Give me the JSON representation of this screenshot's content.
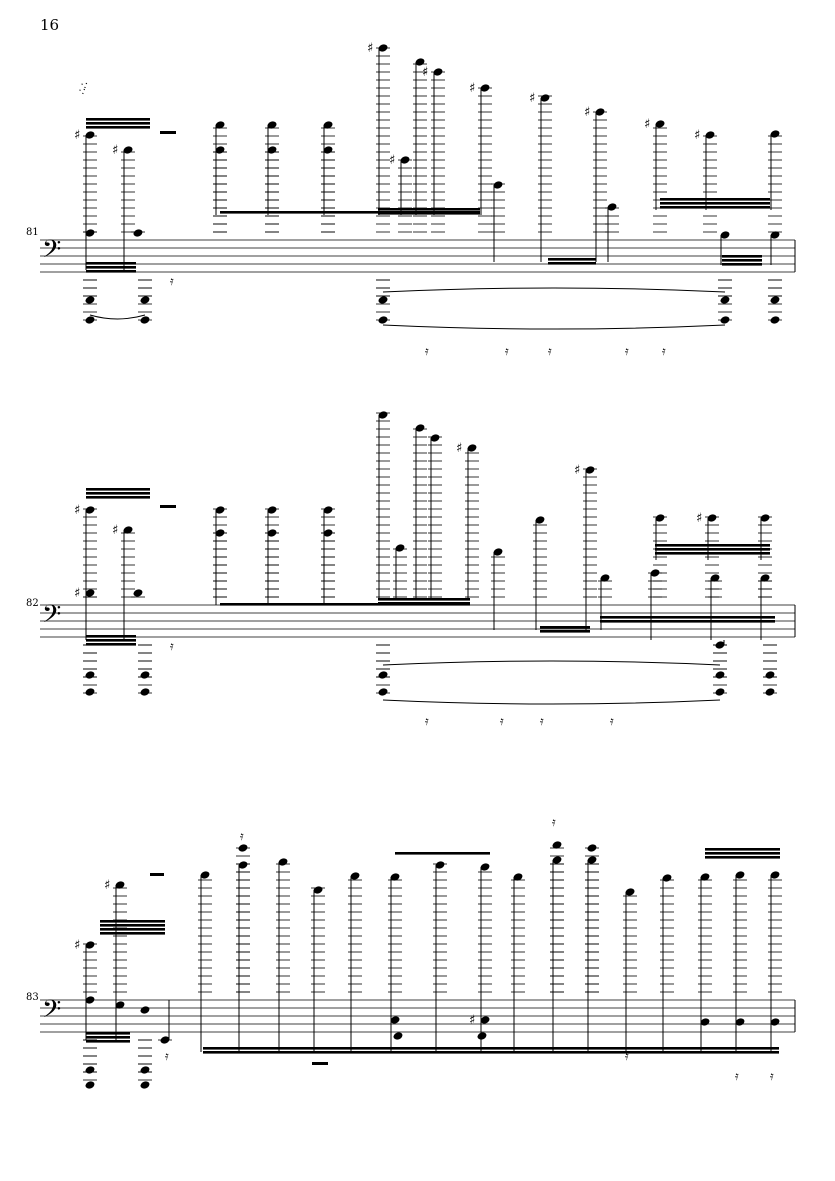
{
  "page": {
    "number": "16"
  },
  "systems": [
    {
      "measure_number": "81",
      "clef": "bass"
    },
    {
      "measure_number": "82",
      "clef": "bass"
    },
    {
      "measure_number": "83",
      "clef": "bass"
    }
  ],
  "colors": {
    "ink": "#000000",
    "paper": "#ffffff"
  }
}
